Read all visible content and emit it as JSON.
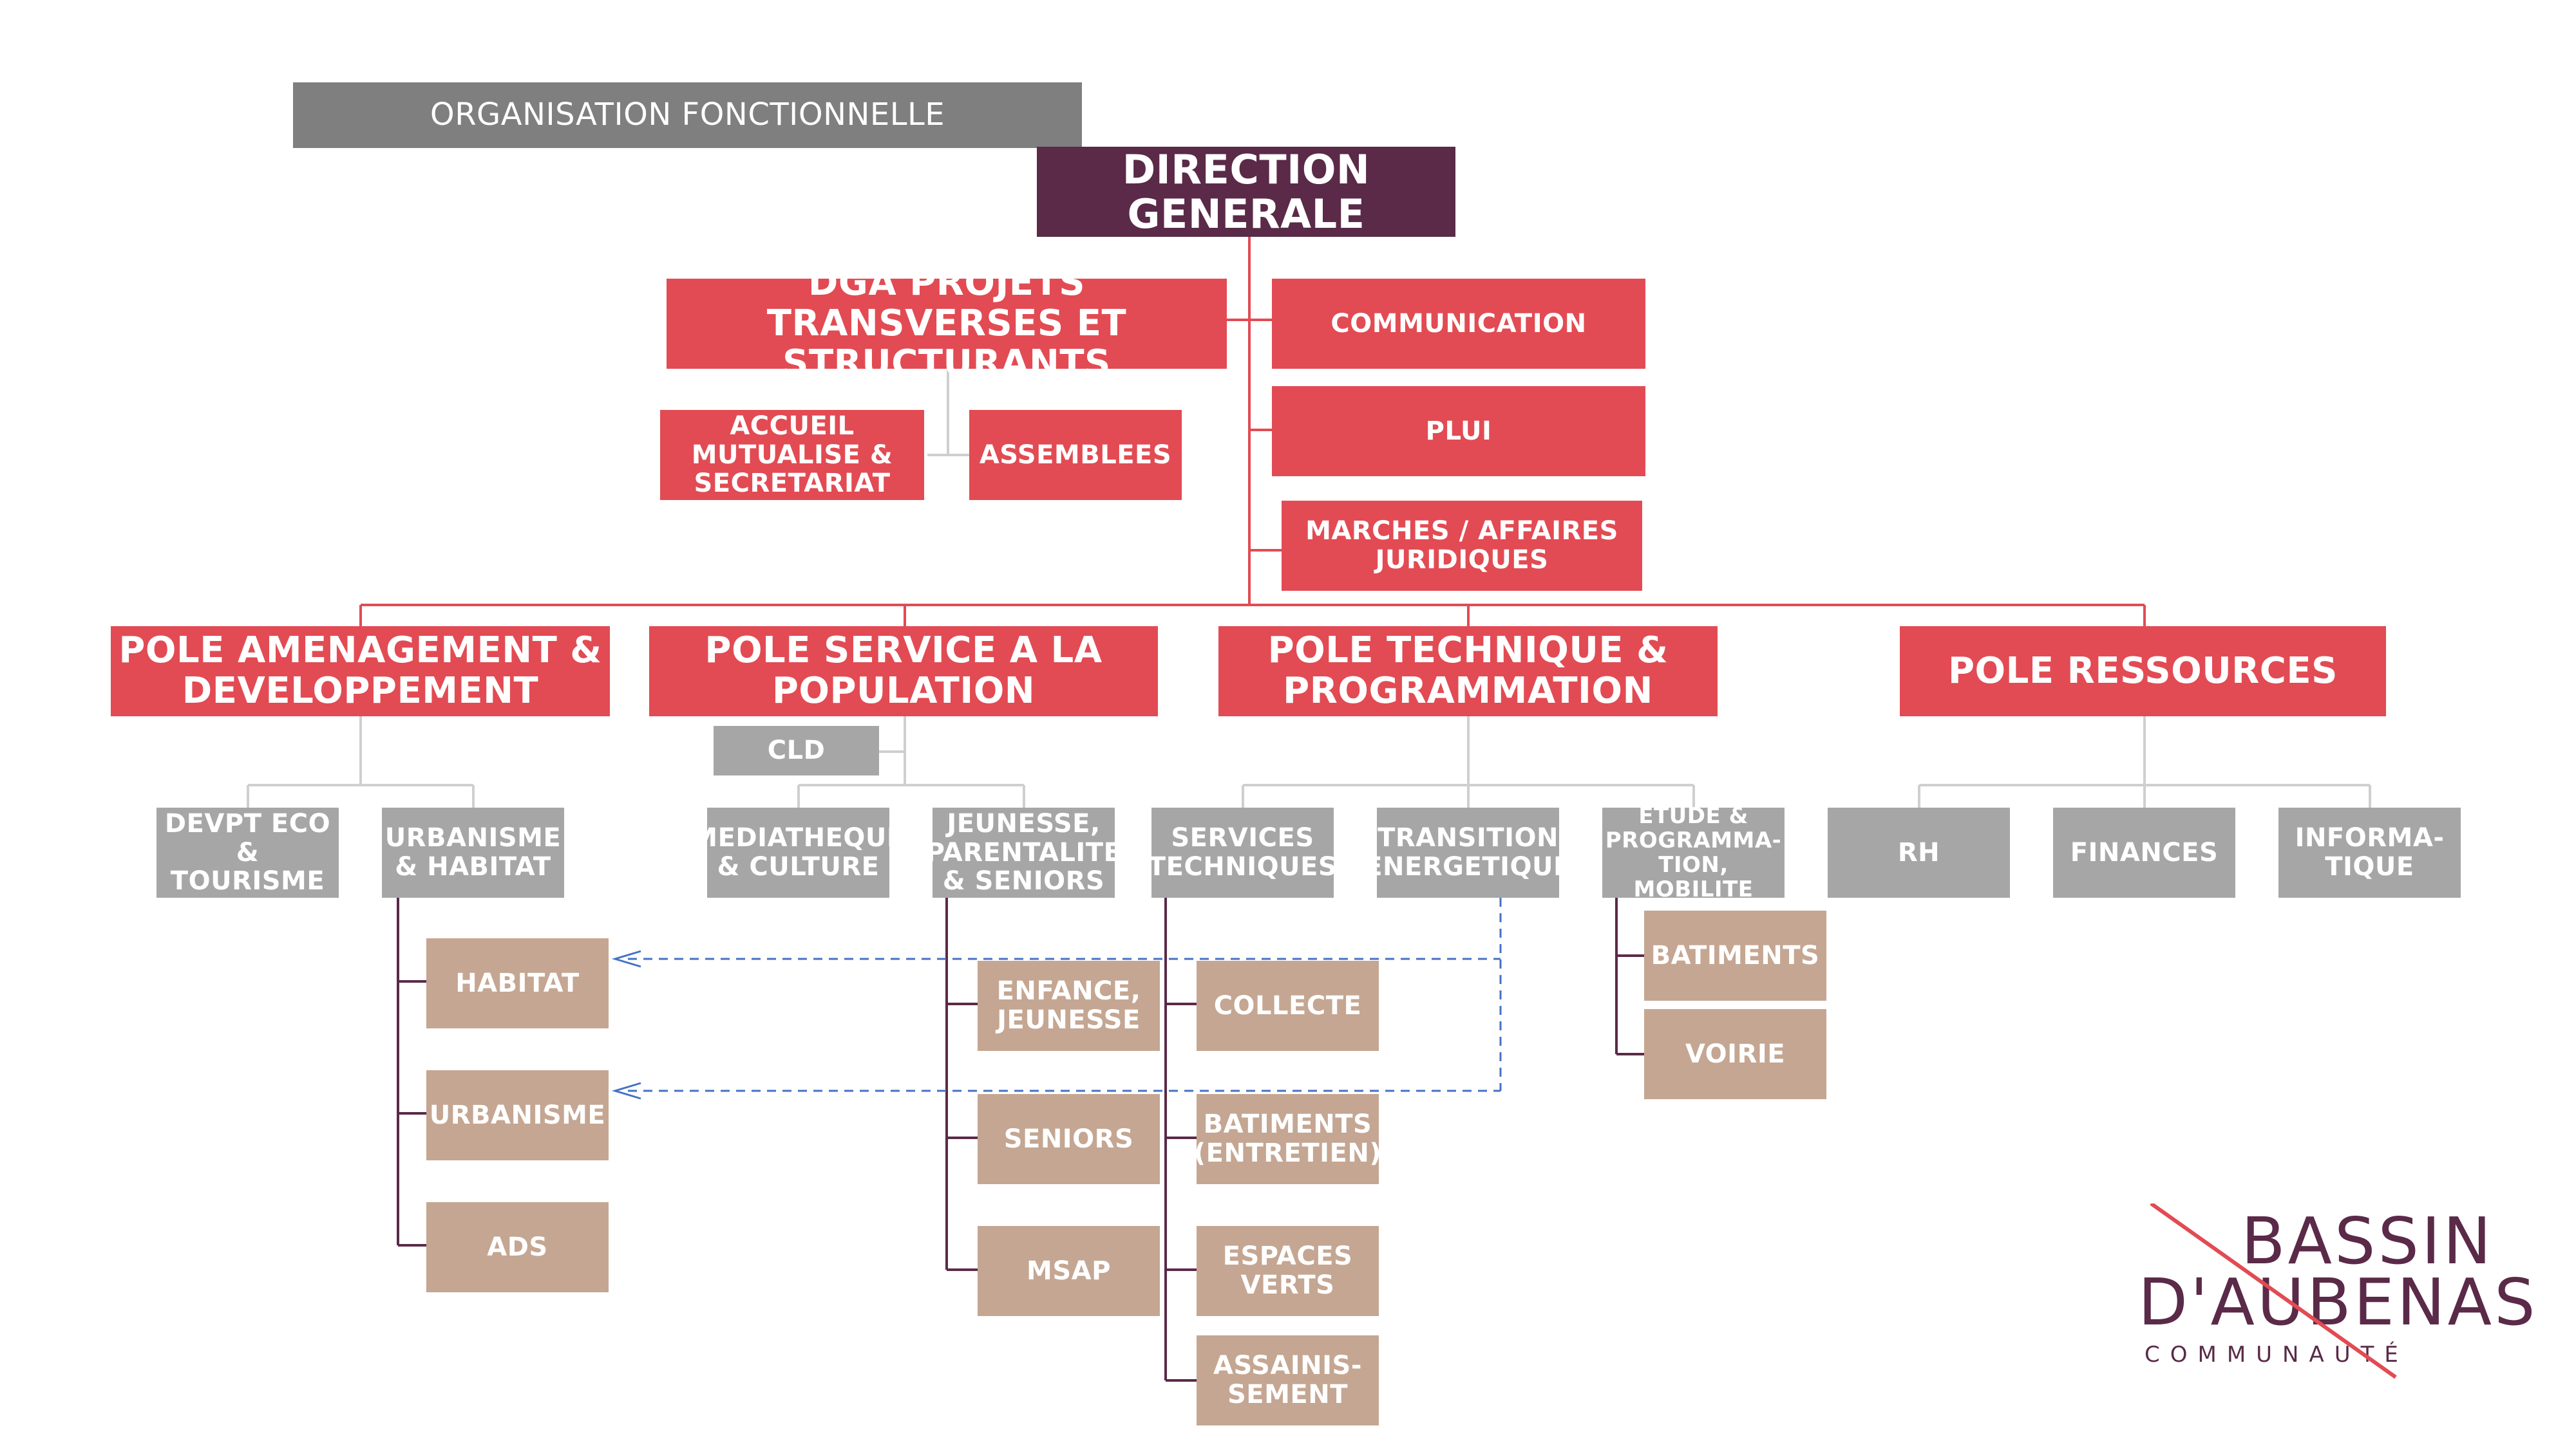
{
  "colors": {
    "red": "#e24b53",
    "dark": "#5a2a48",
    "grey": "#a6a6a6",
    "tan": "#c4a692",
    "banner": "#7f7f7f",
    "link_dash": "#4472c4"
  },
  "banner": "ORGANISATION FONCTIONNELLE",
  "direction": "DIRECTION GENERALE",
  "dga": {
    "title": "DGA PROJETS TRANSVERSES ET STRUCTURANTS",
    "children": [
      "ACCUEIL MUTUALISE & SECRETARIAT",
      "ASSEMBLEES"
    ]
  },
  "staff": [
    "COMMUNICATION",
    "PLUI",
    "MARCHES / AFFAIRES JURIDIQUES"
  ],
  "poles": [
    {
      "title": "POLE AMENAGEMENT & DEVELOPPEMENT",
      "services": [
        {
          "label": "DEVPT ECO & TOURISME",
          "units": []
        },
        {
          "label": "URBANISME & HABITAT",
          "units": [
            "HABITAT",
            "URBANISME",
            "ADS"
          ]
        }
      ]
    },
    {
      "title": "POLE SERVICE A LA POPULATION",
      "attached": "CLD",
      "services": [
        {
          "label": "MEDIATHEQUE & CULTURE",
          "units": []
        },
        {
          "label": "JEUNESSE, PARENTALITE & SENIORS",
          "units": [
            "ENFANCE, JEUNESSE",
            "SENIORS",
            "MSAP"
          ]
        }
      ]
    },
    {
      "title": "POLE TECHNIQUE & PROGRAMMATION",
      "services": [
        {
          "label": "SERVICES TECHNIQUES",
          "units": [
            "COLLECTE",
            "BATIMENTS (ENTRETIEN)",
            "ESPACES VERTS",
            "ASSAINIS-SEMENT"
          ]
        },
        {
          "label": "TRANSITION ENERGETIQUE",
          "units": []
        },
        {
          "label": "ETUDE & PROGRAMMA-TION, MOBILITE",
          "units": [
            "BATIMENTS",
            "VOIRIE"
          ]
        }
      ]
    },
    {
      "title": "POLE RESSOURCES",
      "services": [
        {
          "label": "RH",
          "units": []
        },
        {
          "label": "FINANCES",
          "units": []
        },
        {
          "label": "INFORMA-TIQUE",
          "units": []
        }
      ]
    }
  ],
  "logo": {
    "line1": "BASSIN",
    "line2": "D'AUBENAS",
    "line3": "COMMUNAUTÉ"
  }
}
